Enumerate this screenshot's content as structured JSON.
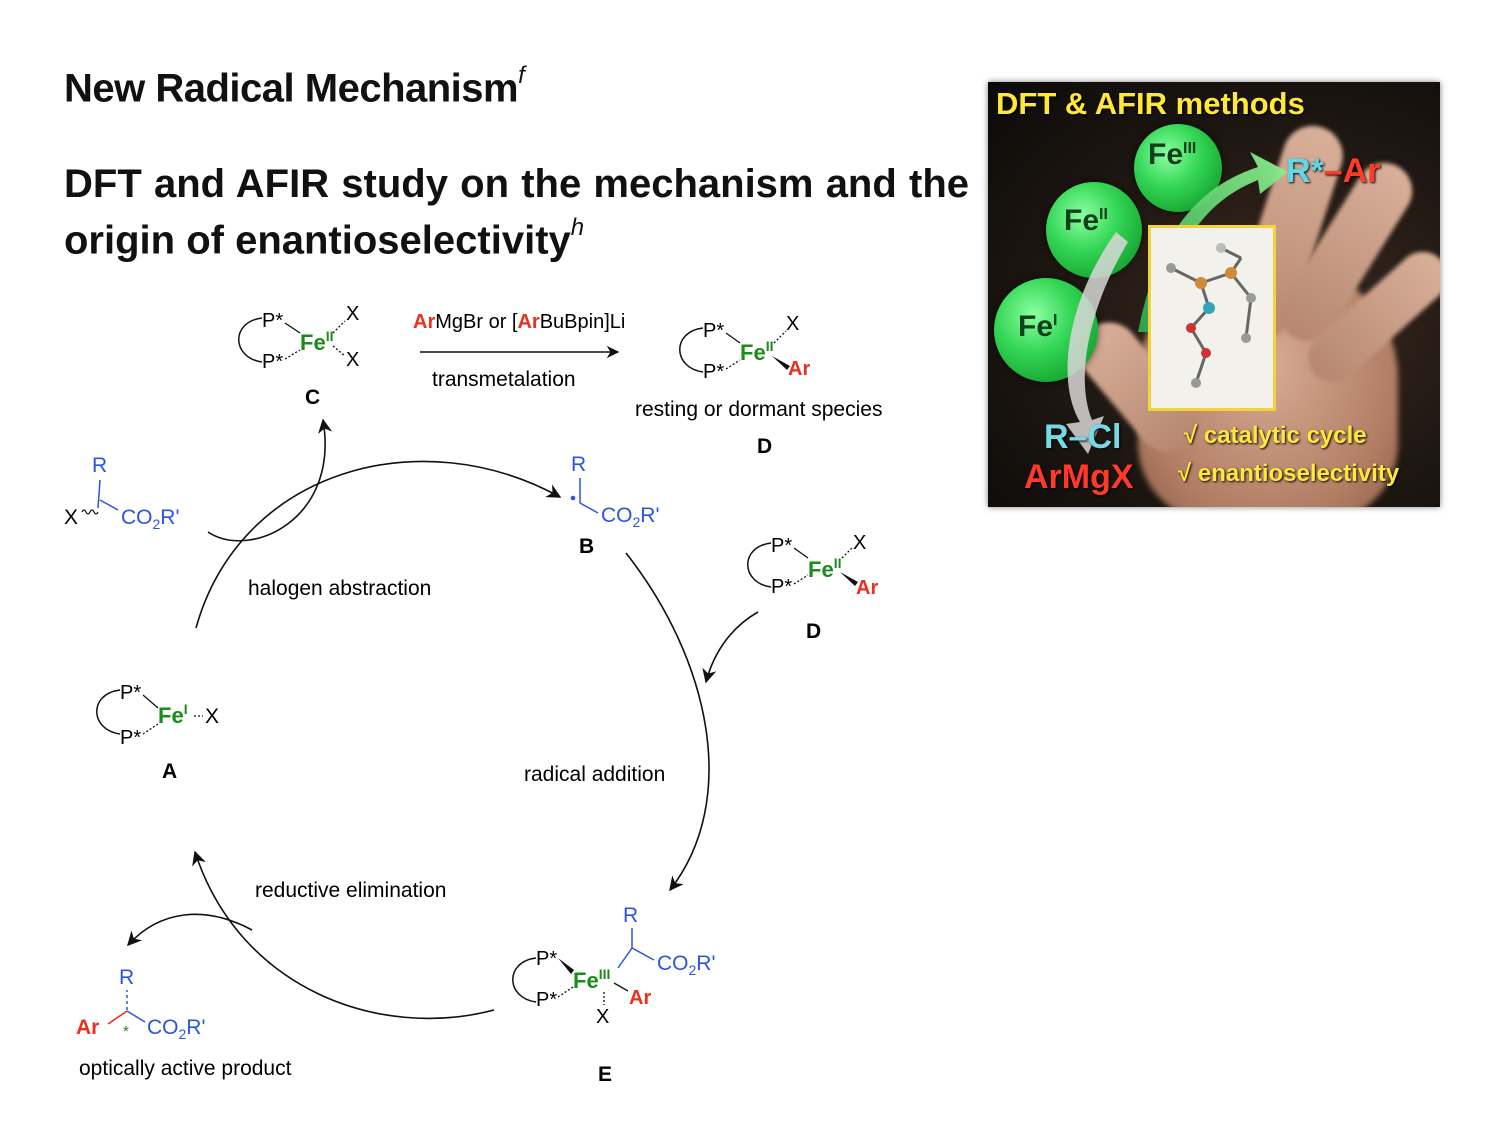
{
  "slide": {
    "title": "New Radical Mechanism",
    "title_footnote": "f",
    "subtitle": "DFT and AFIR study on the mechanism and the origin of enantioselectivity",
    "subtitle_footnote": "h"
  },
  "scheme": {
    "species": {
      "A": {
        "label": "A",
        "metal": "Fe",
        "oxidation": "I",
        "ligand_top": "P*",
        "ligand_bottom": "P*",
        "x": "X"
      },
      "B": {
        "label": "B",
        "r": "R",
        "ester": "CO2R'"
      },
      "C": {
        "label": "C",
        "metal": "Fe",
        "oxidation": "II",
        "ligand_top": "P*",
        "ligand_bottom": "P*",
        "x1": "X",
        "x2": "X"
      },
      "D": {
        "label": "D",
        "metal": "Fe",
        "oxidation": "II",
        "ligand_top": "P*",
        "ligand_bottom": "P*",
        "x": "X",
        "ar": "Ar"
      },
      "E": {
        "label": "E",
        "metal": "Fe",
        "oxidation": "III",
        "ligand_top": "P*",
        "ligand_bottom": "P*",
        "r": "R",
        "ester": "CO2R'",
        "ar": "Ar",
        "x": "X"
      },
      "substrate": {
        "x": "X",
        "r": "R",
        "ester": "CO2R'"
      },
      "product": {
        "ar": "Ar",
        "r": "R",
        "ester": "CO2R'",
        "star": "*",
        "caption": "optically active product"
      }
    },
    "steps": {
      "halogen_abstraction": "halogen abstraction",
      "radical_addition": "radical addition",
      "reductive_elimination": "reductive elimination",
      "transmetalation": "transmetalation",
      "reagent_ar1": "Ar",
      "reagent_mid": "MgBr or [",
      "reagent_ar2": "Ar",
      "reagent_end": "BuBpin]Li",
      "resting_caption": "resting or dormant species"
    },
    "colors": {
      "metal": "#1a8c1a",
      "aryl": "#e8311f",
      "substrate": "#2b55e0",
      "star": "#1a8c1a"
    }
  },
  "toc_image": {
    "title": "DFT & AFIR methods",
    "balls": [
      {
        "metal": "Fe",
        "oxidation": "III"
      },
      {
        "metal": "Fe",
        "oxidation": "II"
      },
      {
        "metal": "Fe",
        "oxidation": "I"
      }
    ],
    "product_r": "R*",
    "product_dash": "–",
    "product_ar": "Ar",
    "reactant1": "R–Cl",
    "reactant2": "ArMgX",
    "check1": "√ catalytic cycle",
    "check2": "√ enantioselectivity"
  }
}
